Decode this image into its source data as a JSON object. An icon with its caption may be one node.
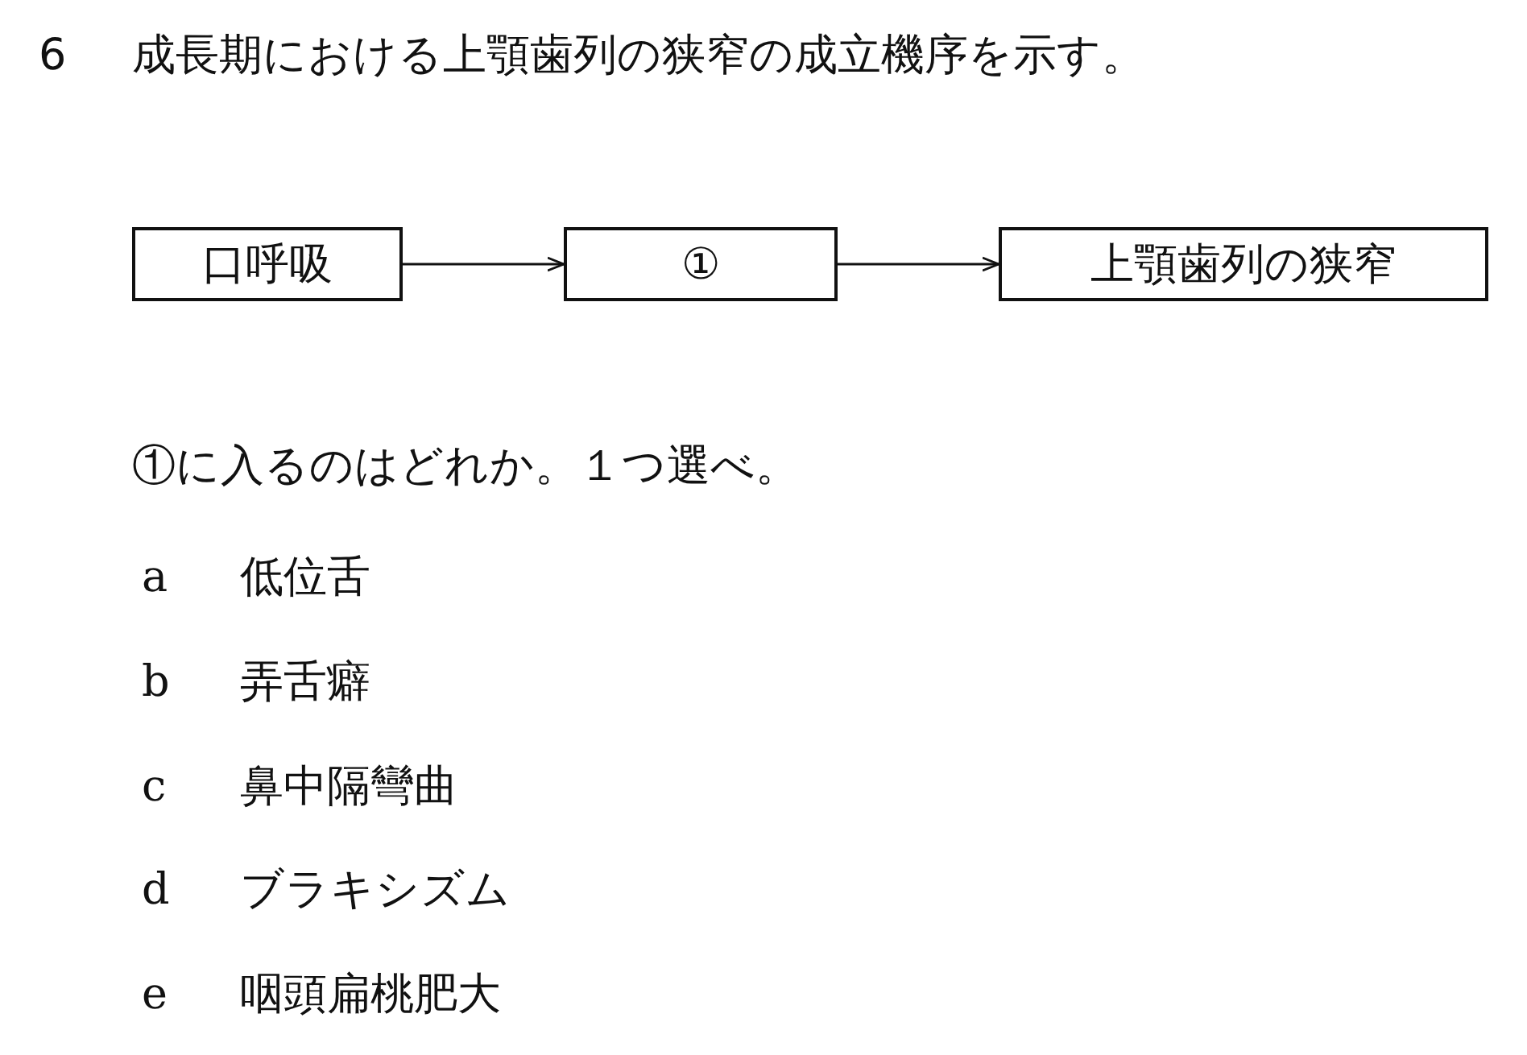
{
  "diagram": {
    "title": "成長期における上顎歯列の狭窄の成立機序を示す。",
    "nodes": [
      {
        "text": [
          "口呼吸"
        ]
      },
      {
        "text": [
          "①"
        ]
      },
      {
        "text": [
          "上顎歯列の狭窄"
        ]
      }
    ],
    "edges": [
      {
        "from": 0,
        "to": 1,
        "arrow": "to"
      },
      {
        "from": 1,
        "to": 2,
        "arrow": "to"
      }
    ],
    "labels": [
      "6",
      "①に入るのはどれか。１つ選べ。",
      "a",
      "低位舌",
      "b",
      "弄舌癖",
      "c",
      "鼻中隔彎曲",
      "d",
      "ブラキシズム",
      "e",
      "咽頭扁桃肥大"
    ]
  }
}
